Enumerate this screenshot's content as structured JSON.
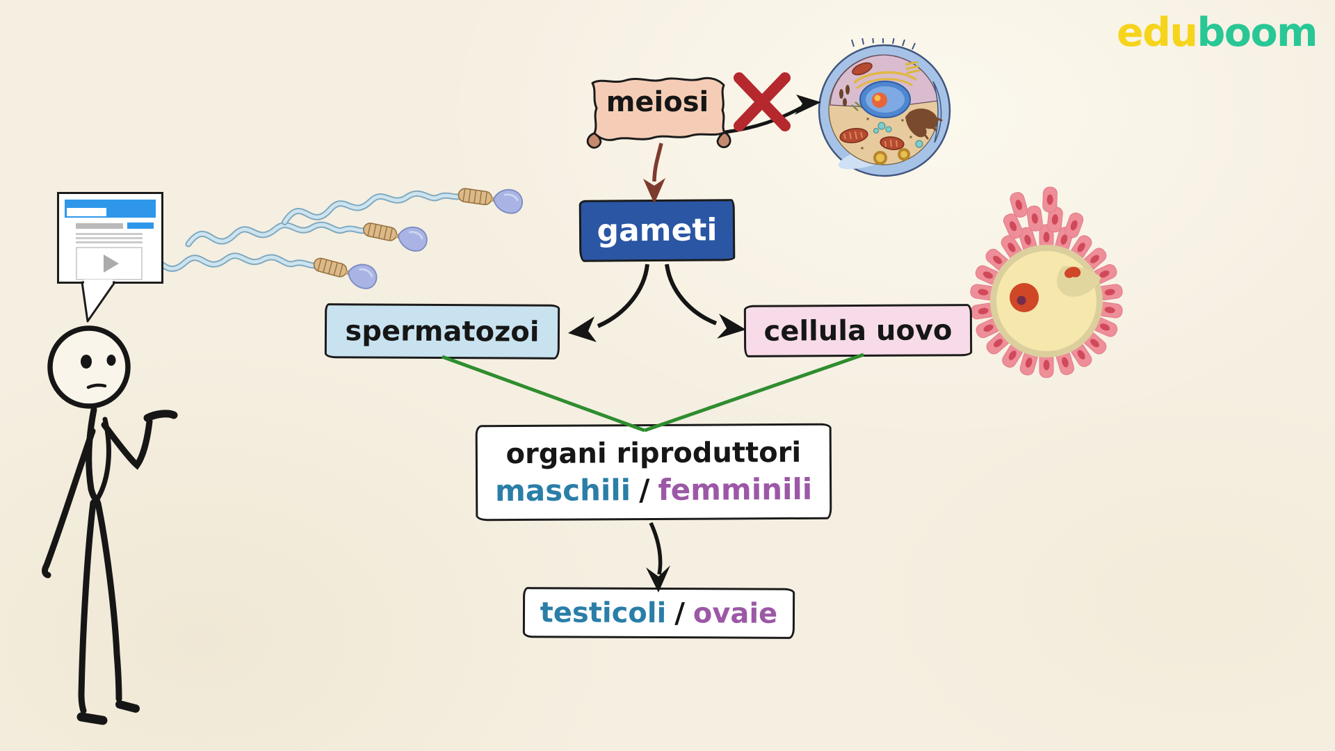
{
  "logo": {
    "edu": "edu",
    "boom": "boom",
    "edu_color": "#f6d41c",
    "boom_color": "#29c795"
  },
  "nodes": {
    "meiosi": {
      "label": "meiosi",
      "fill": "#f5cdb6"
    },
    "gameti": {
      "label": "gameti",
      "fill": "#2a56a4",
      "text_color": "#ffffff"
    },
    "spermatozoi": {
      "label": "spermatozoi",
      "fill": "#c9e2ef"
    },
    "cellula_uovo": {
      "label": "cellula uovo",
      "fill": "#f7dbe8"
    },
    "organi": {
      "line1": "organi riproduttori",
      "male": "maschili",
      "separator": "/",
      "female": "femminili",
      "fill": "#ffffff",
      "male_color": "#2a7ea7",
      "female_color": "#9c58a6"
    },
    "gonadi": {
      "male": "testicoli",
      "separator": "/",
      "female": "ovaie",
      "fill": "#ffffff",
      "male_color": "#2a7ea7",
      "female_color": "#9c58a6"
    }
  },
  "connector_colors": {
    "green": "#2f8d2f",
    "black": "#151515",
    "brown": "#7d3b2e",
    "cross_red": "#b5282e"
  }
}
